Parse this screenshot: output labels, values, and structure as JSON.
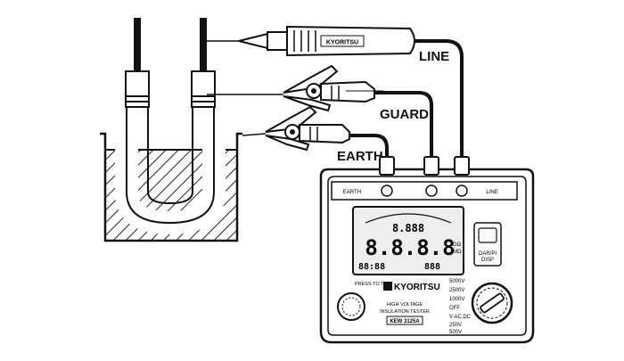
{
  "leads": {
    "line_label": "LINE",
    "guard_label": "GUARD",
    "earth_label": "EARTH"
  },
  "probe": {
    "brand_text": "KYORITSU"
  },
  "tester": {
    "brand": "KYORITSU",
    "model_line1": "HIGH VOLTAGE",
    "model_line2": "INSULATION TESTER",
    "model_number": "KEW 3125A",
    "press_to_test": "PRESS TO TEST",
    "terminal_left": "EARTH",
    "terminal_right": "LINE",
    "display": {
      "top_digits": "8.888",
      "main_digits": "8.8.8.8",
      "sub_left_digits": "88:88",
      "sub_right_digits": "888",
      "unit_main": "GΩ",
      "unit_sub": "MΩ"
    },
    "side_button_label1": "DAR/PI",
    "side_button_label2": "DISP",
    "ranges": [
      "5000V",
      "2500V",
      "1000V",
      "OFF",
      "V AC.DC",
      "250V",
      "500V"
    ]
  },
  "colors": {
    "line_art": "#111111",
    "hatch": "#222222",
    "background": "#ffffff"
  }
}
